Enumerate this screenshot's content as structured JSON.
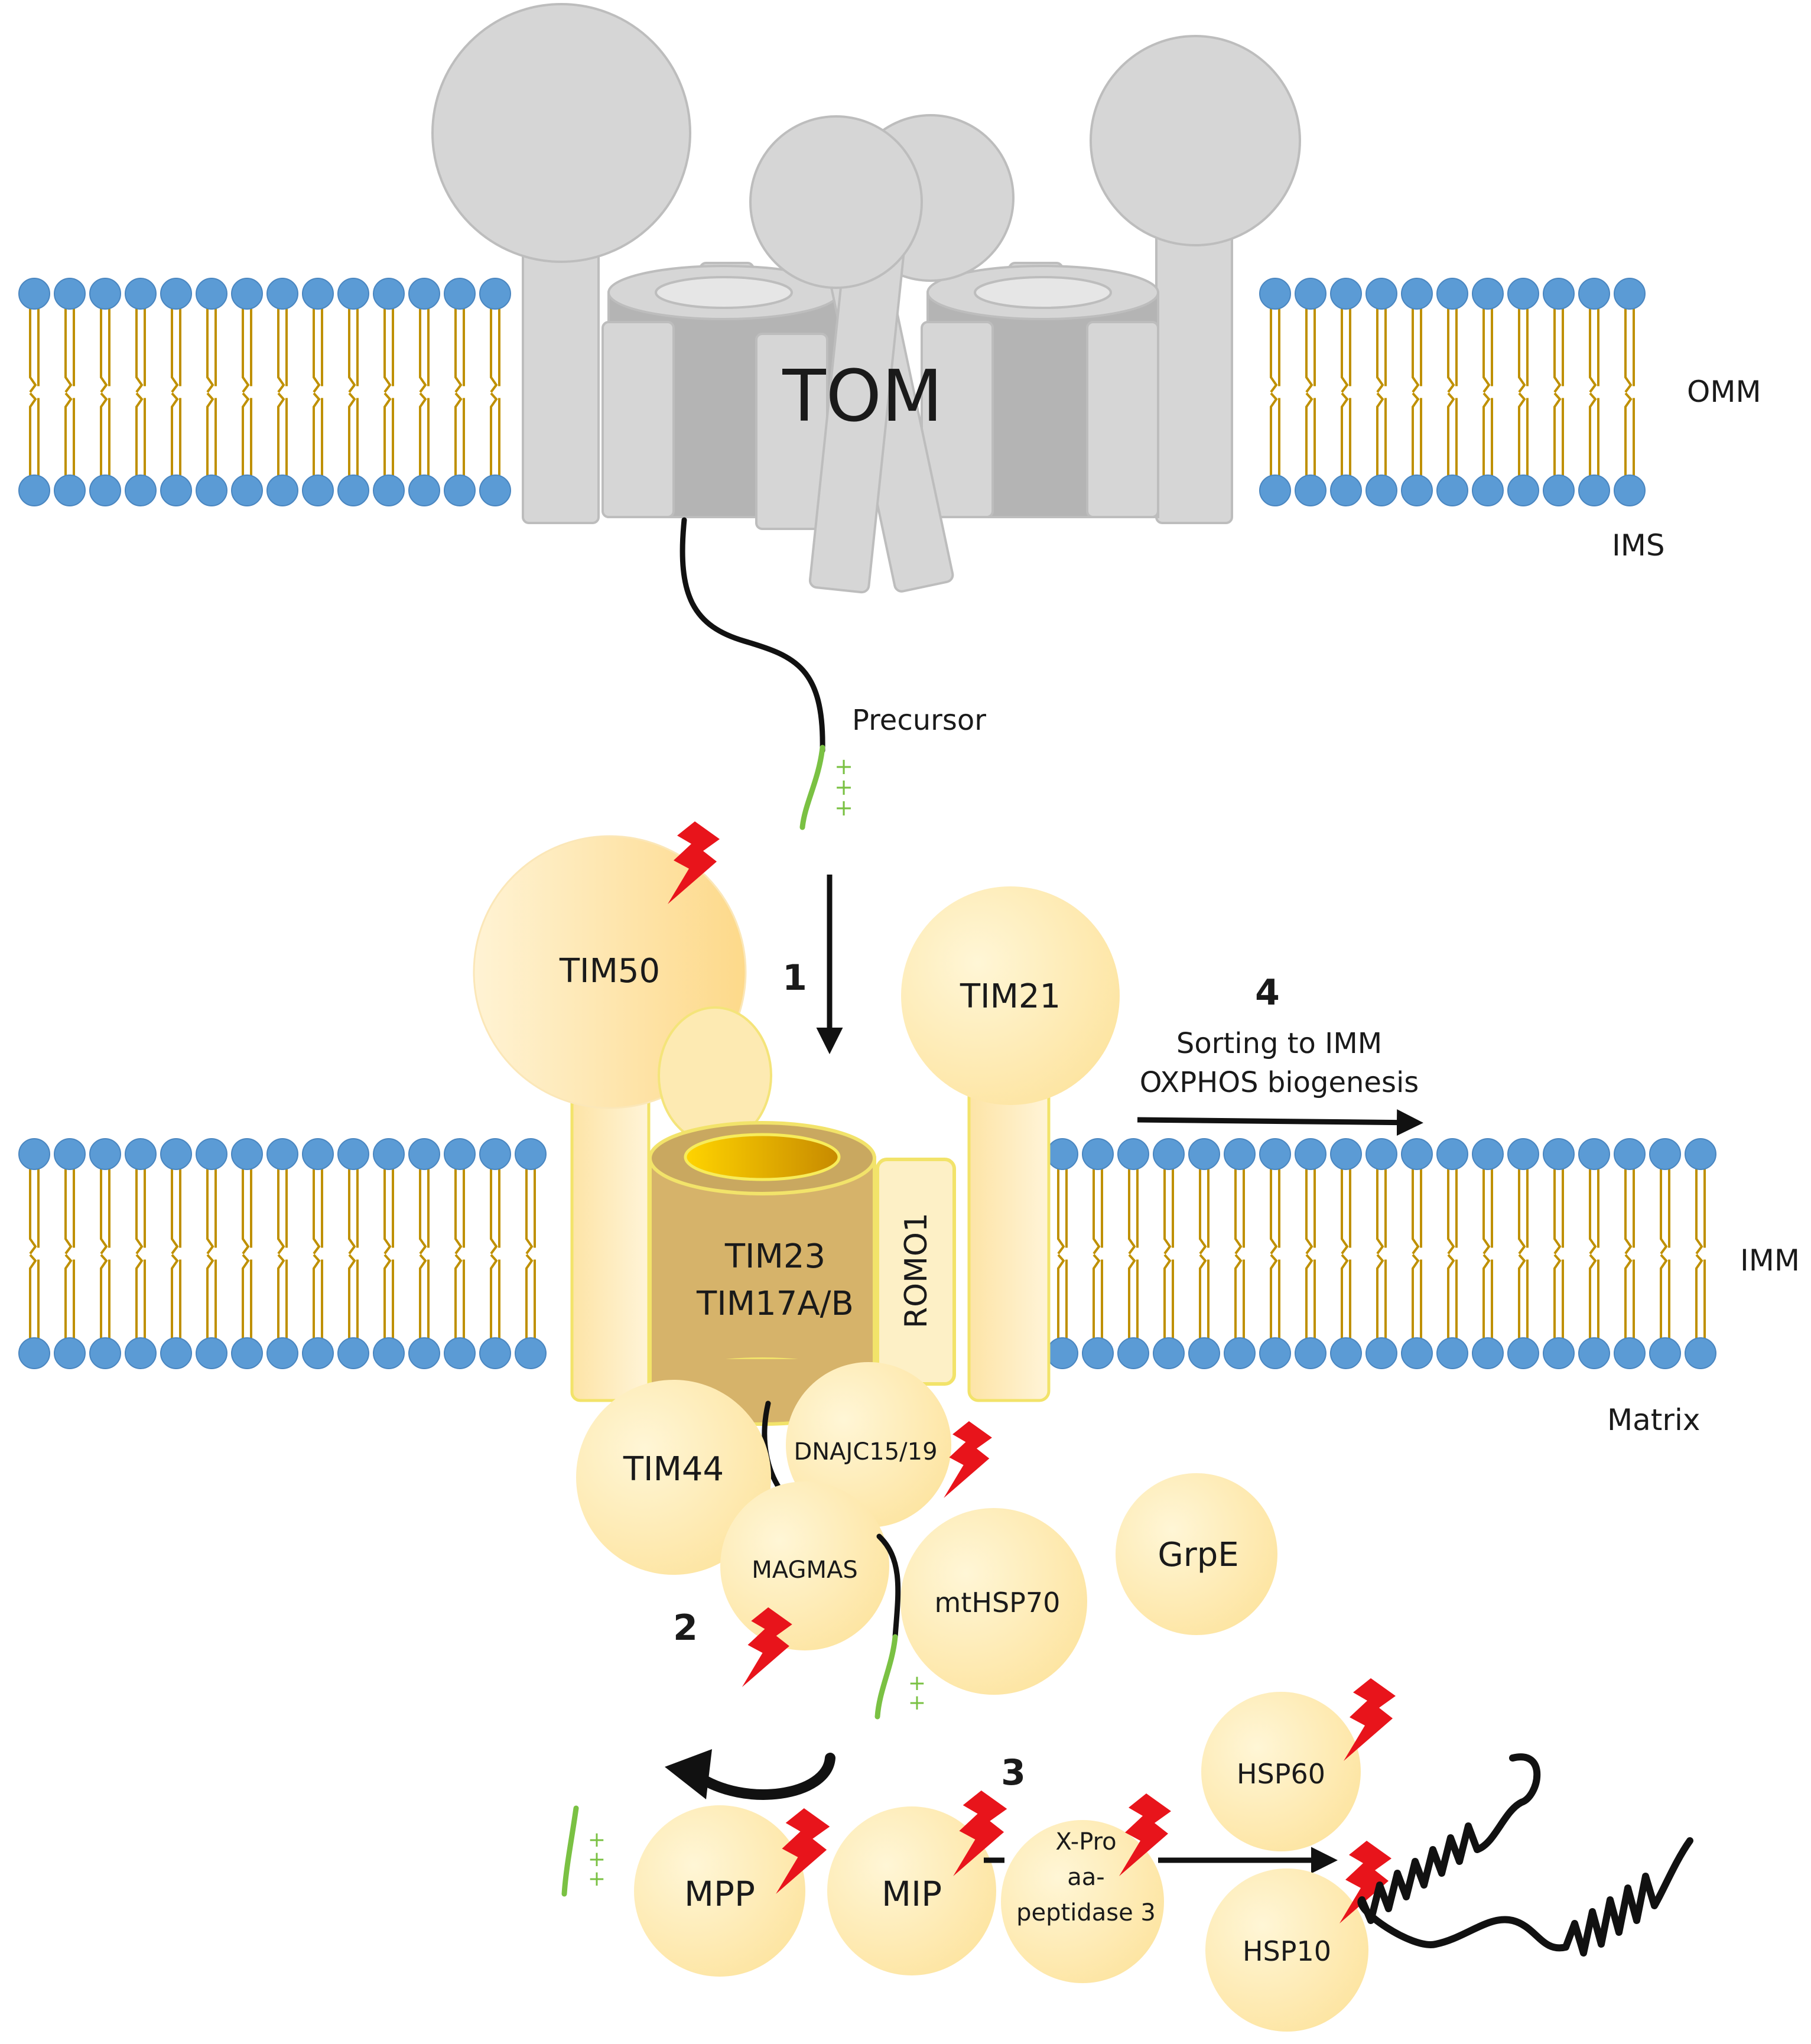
{
  "complexes": {
    "tom": "TOM",
    "tim50": "TIM50",
    "tim21": "TIM21",
    "tim23": "TIM23",
    "tim17": "TIM17A/B",
    "romo1": "ROMO1"
  },
  "membranes": {
    "omm": "OMM",
    "ims": "IMS",
    "imm": "IMM",
    "matrix": "Matrix"
  },
  "labels": {
    "precursor": "Precursor",
    "sorting_line1": "Sorting to IMM",
    "sorting_line2": "OXPHOS biogenesis"
  },
  "steps": [
    "1",
    "2",
    "3",
    "4"
  ],
  "proteins": {
    "tim44": "TIM44",
    "dnajc": "DNAJC15/19",
    "magmas": "MAGMAS",
    "mthsp70": "mtHSP70",
    "grpe": "GrpE",
    "hsp60": "HSP60",
    "hsp10": "HSP10",
    "mpp": "MPP",
    "mip": "MIP",
    "xpro_line1": "X-Pro",
    "xpro_line2": "aa-",
    "xpro_line3": "peptidase 3"
  },
  "signal_charge": "+",
  "colors": {
    "lipid_head": "#5b9bd5",
    "lipid_tail": "#bf9000",
    "tom_gray": "#d6d6d6",
    "tom_dark": "#b4b4b4",
    "tim_yellow": "#fde9a9",
    "tim23_gold": "#d6b36a",
    "signal_green": "#7ac143",
    "lightning_red": "#e8141b"
  }
}
